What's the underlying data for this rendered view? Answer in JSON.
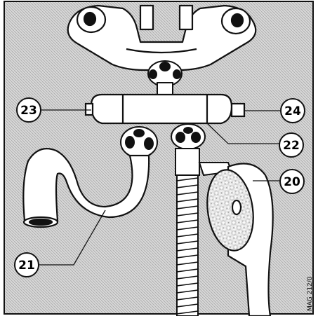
{
  "figure": {
    "reference_code": "MAG 212/0"
  },
  "callouts": [
    {
      "id": "c23",
      "label": "23"
    },
    {
      "id": "c24",
      "label": "24"
    },
    {
      "id": "c22",
      "label": "22"
    },
    {
      "id": "c20",
      "label": "20"
    },
    {
      "id": "c21",
      "label": "21"
    }
  ],
  "colors": {
    "background": "#ffffff",
    "screen": "#cfcfcf",
    "ink": "#111111",
    "metal": "#ffffff"
  }
}
